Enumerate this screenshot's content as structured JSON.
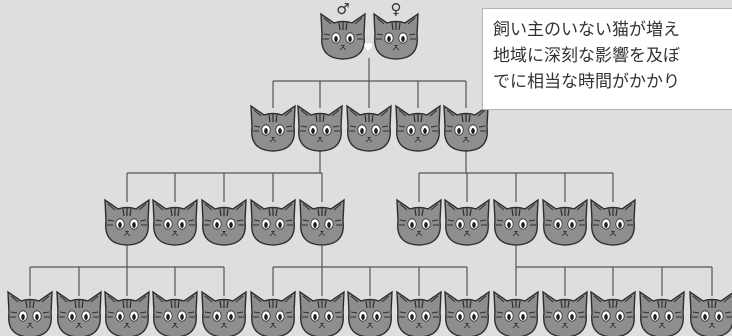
{
  "symbols": {
    "male": "♂",
    "female": "♀",
    "heart": "♥"
  },
  "caption": {
    "lines": [
      "飼い主のいない猫が増え",
      "地域に深刻な影響を及ぼ",
      "でに相当な時間がかかり"
    ]
  },
  "colors": {
    "background": "#dedede",
    "cat_fill": "#8e8e8e",
    "cat_stroke": "#2e2e2e",
    "line": "#555555"
  },
  "icons": {
    "node": "cat-face-icon",
    "heart": "heart-icon"
  },
  "tree": {
    "parents": 2,
    "generation_1": 5,
    "generation_2": 10,
    "generation_3": 15
  }
}
